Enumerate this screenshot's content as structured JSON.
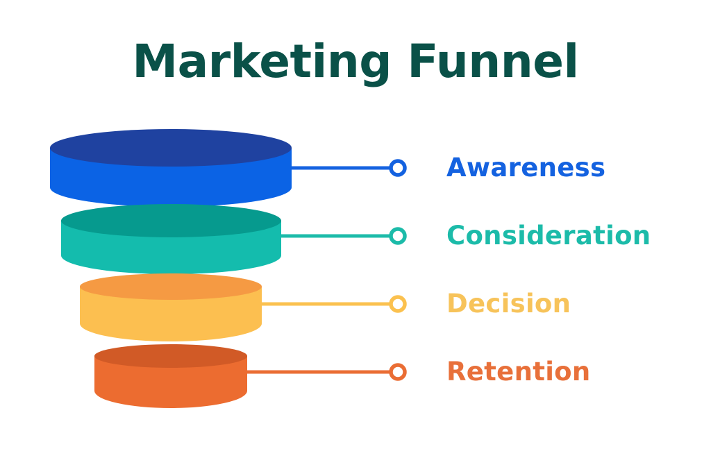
{
  "title": {
    "text": "Marketing Funnel",
    "color": "#0a5148"
  },
  "stages": [
    {
      "label": "Awareness",
      "side_color": "#0b63e5",
      "top_color": "#1f42a0",
      "line_color": "#1462e0",
      "label_color": "#1462e0"
    },
    {
      "label": "Consideration",
      "side_color": "#14bcad",
      "top_color": "#069a8e",
      "line_color": "#1cbba9",
      "label_color": "#1cbba9"
    },
    {
      "label": "Decision",
      "side_color": "#fcbf50",
      "top_color": "#f59a43",
      "line_color": "#fbc14f",
      "label_color": "#f7c35a"
    },
    {
      "label": "Retention",
      "side_color": "#ec6c30",
      "top_color": "#d15a26",
      "line_color": "#ea6d34",
      "label_color": "#e8703a"
    }
  ]
}
